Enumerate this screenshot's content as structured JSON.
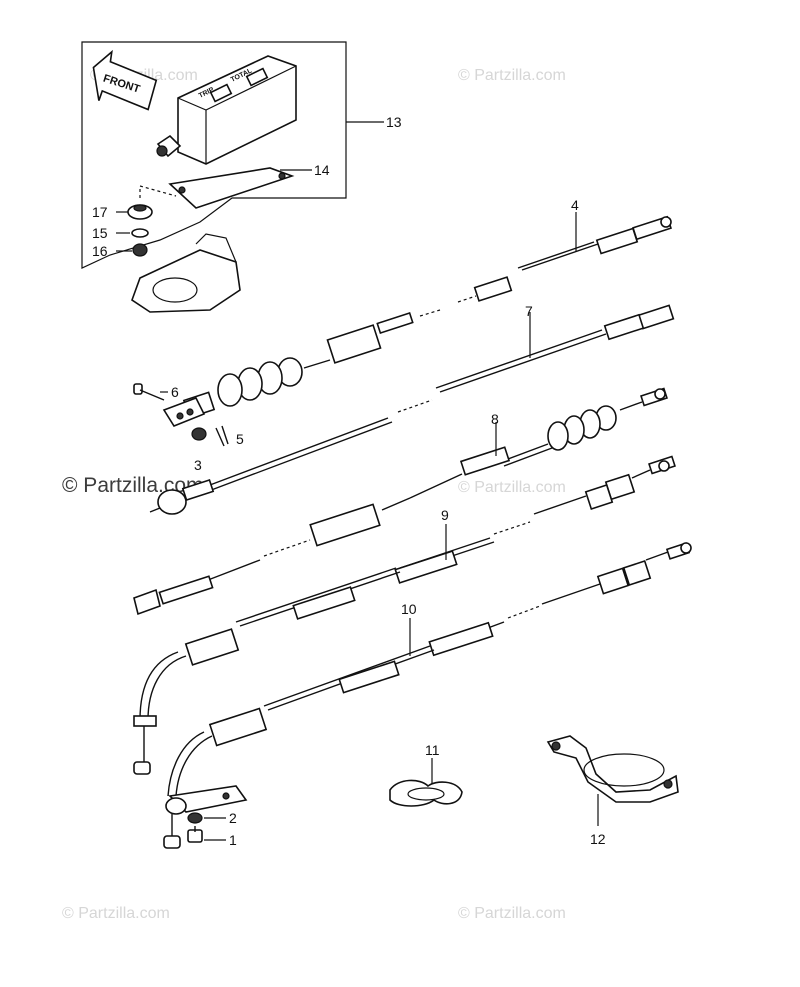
{
  "watermarks": {
    "top_right": "© Partzilla.com",
    "top_left_faded": "© Partzilla.com",
    "middle_left": "© Partzilla.com",
    "middle_right": "© Partzilla.com",
    "bottom_left": "© Partzilla.com",
    "bottom_right": "© Partzilla.com"
  },
  "inset": {
    "arrow_label": "FRONT",
    "meter_face_left": "TRIP",
    "meter_face_right": "TOTAL"
  },
  "callouts": [
    "1",
    "2",
    "3",
    "4",
    "5",
    "6",
    "7",
    "8",
    "9",
    "10",
    "11",
    "12",
    "13",
    "14",
    "15",
    "16",
    "17"
  ]
}
